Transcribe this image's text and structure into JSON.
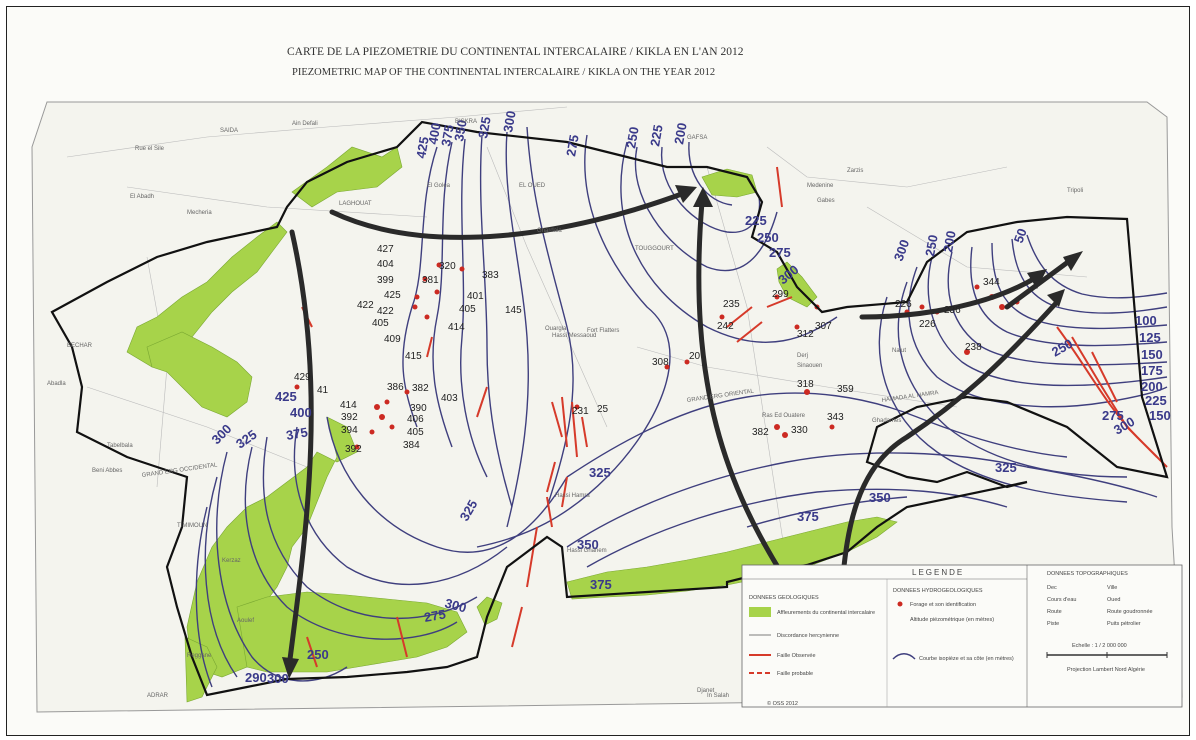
{
  "map": {
    "title_fr": "CARTE DE LA PIEZOMETRIE DU CONTINENTAL INTERCALAIRE /  KIKLA   EN L'AN 2012",
    "title_en": "PIEZOMETRIC MAP OF THE CONTINENTAL INTERCALAIRE / KIKLA   ON THE YEAR 2012",
    "colors": {
      "outcrop": "#a7d34a",
      "isoline": "#3f3f7e",
      "fault": "#d63a2a",
      "boundary": "#111111",
      "flow_arrow": "#2a2a2a",
      "well": "#cc2a22"
    },
    "contour_labels": [
      {
        "id": "c425a",
        "text": "425"
      },
      {
        "id": "c400a",
        "text": "400"
      },
      {
        "id": "c375a",
        "text": "375"
      },
      {
        "id": "c350a",
        "text": "350"
      },
      {
        "id": "c325a",
        "text": "325"
      },
      {
        "id": "c300a",
        "text": "300"
      },
      {
        "id": "c275a",
        "text": "275"
      },
      {
        "id": "c250a",
        "text": "250"
      },
      {
        "id": "c225a",
        "text": "225"
      },
      {
        "id": "c200a",
        "text": "200"
      },
      {
        "id": "c225b",
        "text": "225"
      },
      {
        "id": "c250b",
        "text": "250"
      },
      {
        "id": "c275b",
        "text": "275"
      },
      {
        "id": "c300b",
        "text": "300"
      },
      {
        "id": "c300c",
        "text": "300"
      },
      {
        "id": "c250c",
        "text": "250"
      },
      {
        "id": "c200b",
        "text": "200"
      },
      {
        "id": "c50",
        "text": "50"
      },
      {
        "id": "c100",
        "text": "100"
      },
      {
        "id": "c125",
        "text": "125"
      },
      {
        "id": "c150a",
        "text": "150"
      },
      {
        "id": "c175",
        "text": "175"
      },
      {
        "id": "c200c",
        "text": "200"
      },
      {
        "id": "c225c",
        "text": "225"
      },
      {
        "id": "c150b",
        "text": "150"
      },
      {
        "id": "c250d",
        "text": "250"
      },
      {
        "id": "c275c",
        "text": "275"
      },
      {
        "id": "c300d",
        "text": "300"
      },
      {
        "id": "c325b",
        "text": "325"
      },
      {
        "id": "c350b",
        "text": "350"
      },
      {
        "id": "c375b",
        "text": "375"
      },
      {
        "id": "c325c",
        "text": "325"
      },
      {
        "id": "c350c",
        "text": "350"
      },
      {
        "id": "c375c",
        "text": "375"
      },
      {
        "id": "c325d",
        "text": "325"
      },
      {
        "id": "c300e",
        "text": "300"
      },
      {
        "id": "c325e",
        "text": "325"
      },
      {
        "id": "c375d",
        "text": "375"
      },
      {
        "id": "c425b",
        "text": "425"
      },
      {
        "id": "c400b",
        "text": "400"
      },
      {
        "id": "c300f",
        "text": "300"
      },
      {
        "id": "c275d",
        "text": "275"
      },
      {
        "id": "c250e",
        "text": "250"
      },
      {
        "id": "c300g",
        "text": "300"
      },
      {
        "id": "c290",
        "text": "290"
      }
    ],
    "well_values": [
      "427",
      "404",
      "399",
      "425",
      "422",
      "422",
      "405",
      "409",
      "415",
      "320",
      "381",
      "383",
      "401",
      "405",
      "414",
      "145",
      "429",
      "41",
      "386",
      "382",
      "414",
      "392",
      "394",
      "390",
      "406",
      "405",
      "403",
      "384",
      "392",
      "231",
      "25",
      "235",
      "242",
      "299",
      "312",
      "307",
      "308",
      "20",
      "318",
      "359",
      "343",
      "382",
      "330",
      "226",
      "344",
      "238",
      "226",
      "236"
    ],
    "places": [
      "SAIDA",
      "Ain Defali",
      "Rue el Sile",
      "El Abadh",
      "Mecheria",
      "BECHAR",
      "Abadla",
      "LAGHOUAT",
      "BISKRA",
      "EL OUED",
      "GAFSA",
      "TOUGGOURT",
      "Hassi Messaoud",
      "Ouargla",
      "TIMIMOUN",
      "ADRAR",
      "Reggane",
      "El Golea",
      "In Salah",
      "Hassi Ghanem",
      "Hassi Hamra",
      "Djanet",
      "GRAND ERG OCCIDENTAL",
      "GRAND ERG ORIENTAL",
      "HAMADA AL HAMRA",
      "Tabelbala",
      "Beni Abbes",
      "Kerzaz",
      "Aoulef",
      "Zarzis",
      "Medenine",
      "Gabes",
      "Nalut",
      "Ghadames",
      "Tripoli",
      "Derj",
      "Sinaouen",
      "Ras Ed Ouatere",
      "Ghardaia",
      "Fort Flatters"
    ],
    "legend": {
      "title": "LEGENDE",
      "geo_header": "DONNEES GEOLOGIQUES",
      "hydro_header": "DONNEES HYDROGEOLOGIQUES",
      "topo_header": "DONNEES TOPOGRAPHIQUES",
      "outcrop": "Affleurements du continental intercalaire",
      "unconformity": "Discordance hercynienne",
      "fault_observed": "Faille Observée",
      "fault_probable": "Faille probable",
      "borehole": "Forage et son identification",
      "piezo_alt": "Altitude piézométrique (en mètres)",
      "isoline": "Courbe isopièze et sa côte (en mètres)",
      "topo_items": [
        "Dec",
        "Ville",
        "Cours d'eau",
        "Oued",
        "Route",
        "Route goudronnée",
        "Piste",
        "Puits pétrolier"
      ],
      "scale": "Echelle : 1 / 2 000 000",
      "projection": "Projection Lambert Nord Algérie",
      "credit": "© OSS 2012"
    }
  }
}
